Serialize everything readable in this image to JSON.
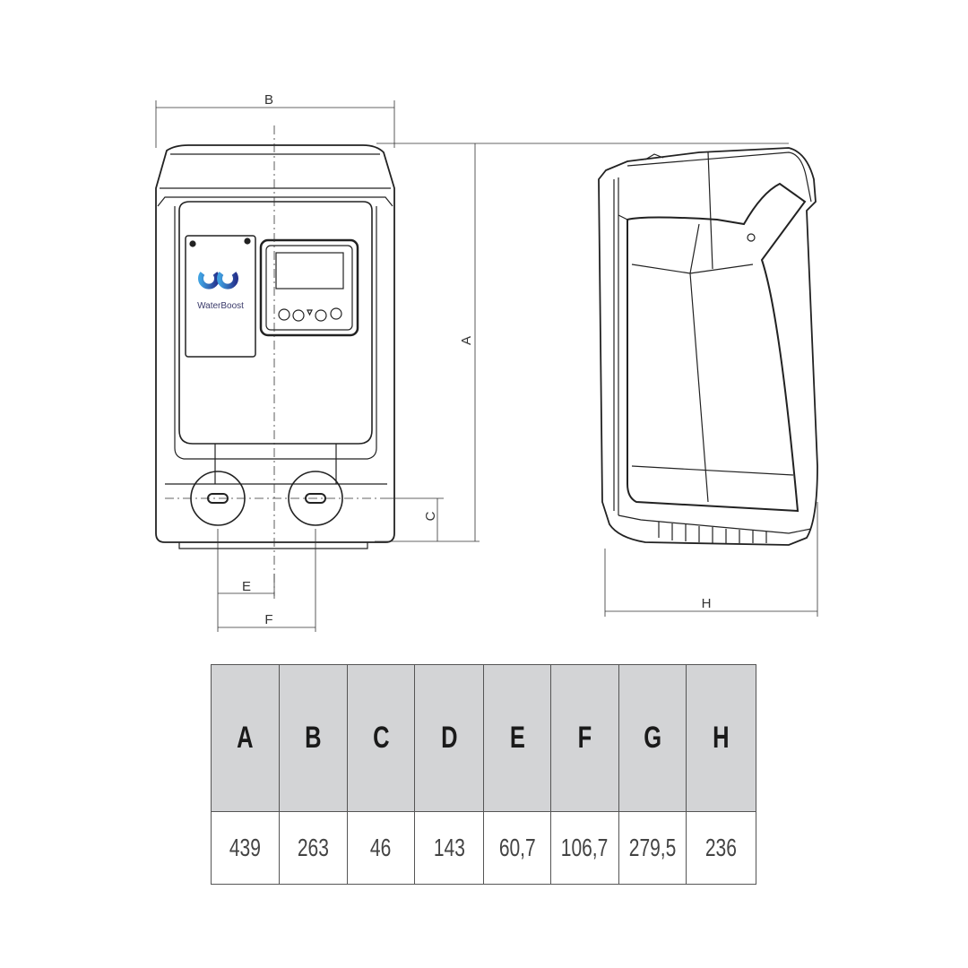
{
  "drawing": {
    "front_view": {
      "dimension_labels": {
        "b": "B",
        "c": "C",
        "e": "E",
        "f": "F"
      },
      "logo_text": "WaterBoost"
    },
    "side_view": {
      "dimension_labels": {
        "a": "A",
        "h": "H"
      }
    },
    "line_color": "#222222",
    "logo_color": "#2a5fb0"
  },
  "dimension_table": {
    "headers": [
      "A",
      "B",
      "C",
      "D",
      "E",
      "F",
      "G",
      "H"
    ],
    "values": [
      "439",
      "263",
      "46",
      "143",
      "60,7",
      "106,7",
      "279,5",
      "236"
    ]
  }
}
